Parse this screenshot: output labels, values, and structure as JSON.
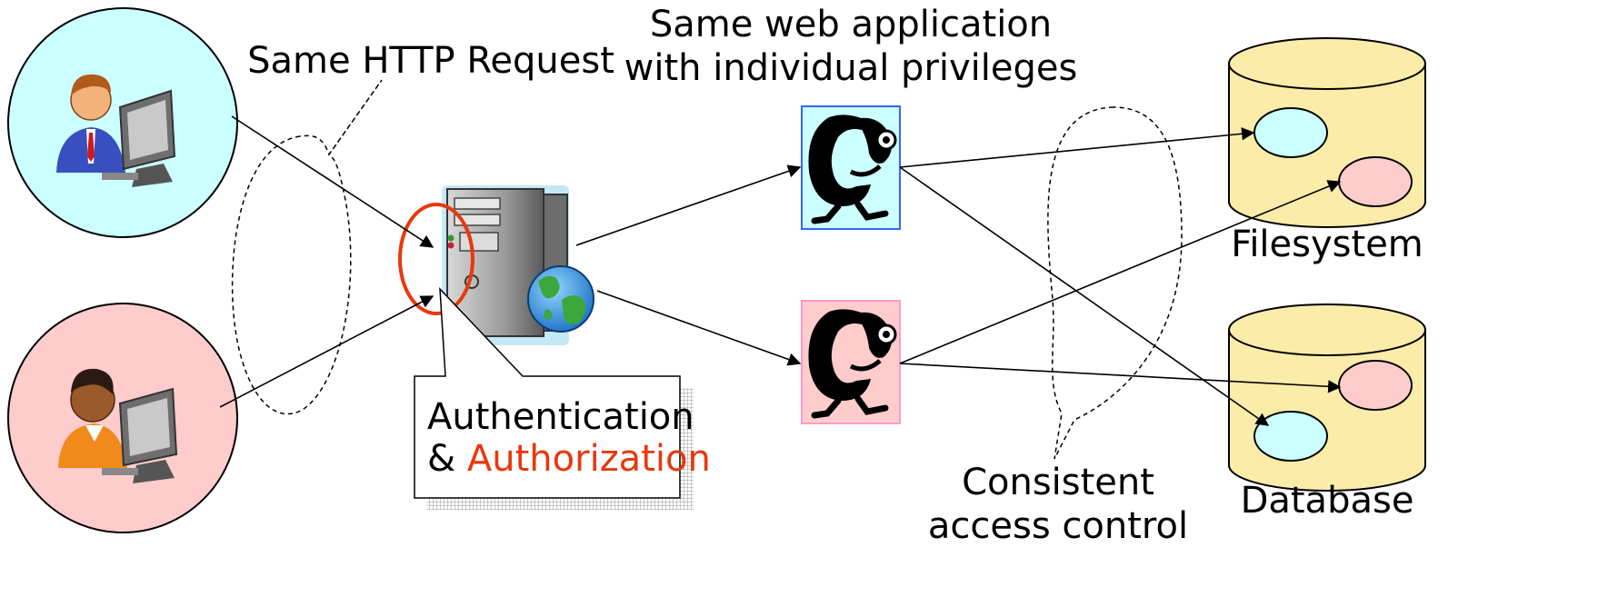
{
  "labels": {
    "same_request": "Same HTTP Request",
    "same_app_line1": "Same web application",
    "same_app_line2": "with individual privileges",
    "filesystem": "Filesystem",
    "database": "Database",
    "consistent_line1": "Consistent",
    "consistent_line2": "access control"
  },
  "callout": {
    "line1": "Authentication",
    "prefix": "& ",
    "highlight": "Authorization"
  },
  "colors": {
    "user_top_bg": "#ccffff",
    "user_bottom_bg": "#ffcccc",
    "app_top_border": "#3366ff",
    "app_bottom_border": "#ff99cc",
    "cylinder_fill": "#fbeca9",
    "auth_highlight": "#e8380d",
    "auth_ring": "#e8380d"
  }
}
